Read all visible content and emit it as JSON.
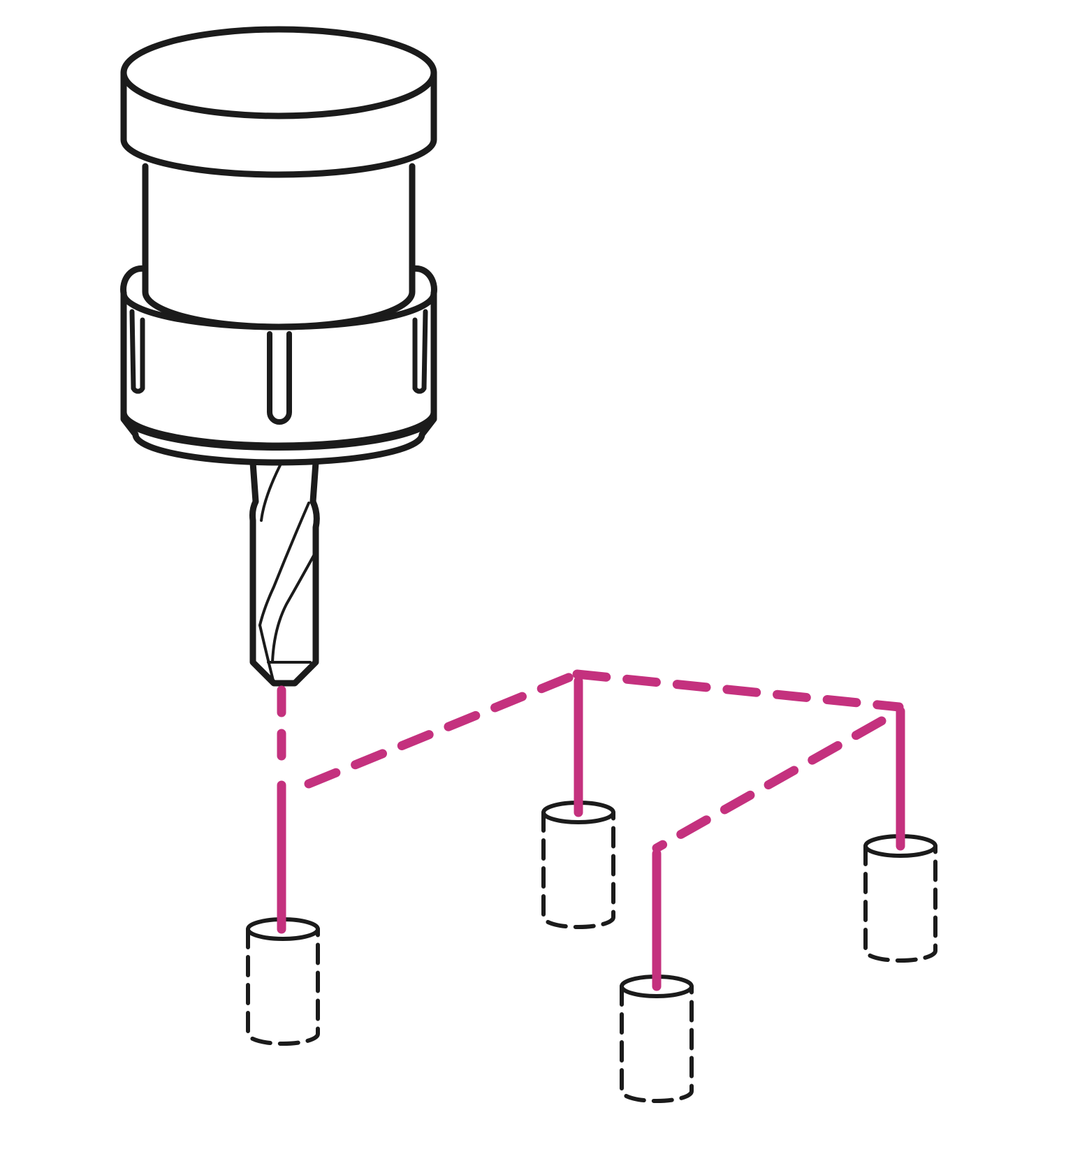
{
  "diagram": {
    "subject": "drill-hole-pattern",
    "colors": {
      "outline": "#1b1b1b",
      "toolpath": "#c4317e",
      "background": "#ffffff"
    },
    "elements": {
      "tool": "milling-spindle-with-drill-bit",
      "holes": [
        "hole-1",
        "hole-2",
        "hole-3",
        "hole-4"
      ],
      "path_sequence": [
        "hole-1",
        "hole-2",
        "hole-4",
        "hole-3"
      ]
    }
  }
}
